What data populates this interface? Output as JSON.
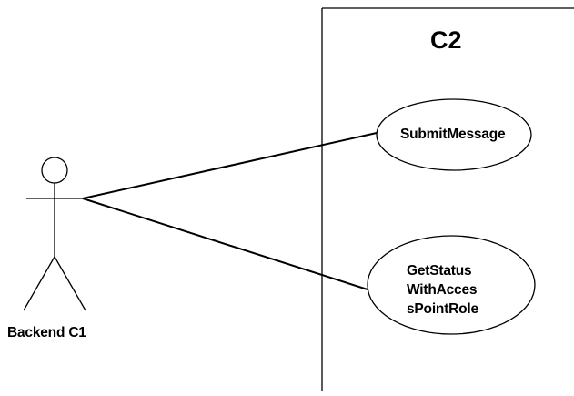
{
  "system": {
    "title": "C2"
  },
  "actor": {
    "label": "Backend C1",
    "icon": "stick-figure-icon"
  },
  "use_cases": [
    {
      "label": "SubmitMessage"
    },
    {
      "label_lines": [
        "GetStatus",
        "WithAcces",
        "sPointRole"
      ]
    }
  ],
  "colors": {
    "stroke": "#000000",
    "background": "#ffffff"
  }
}
